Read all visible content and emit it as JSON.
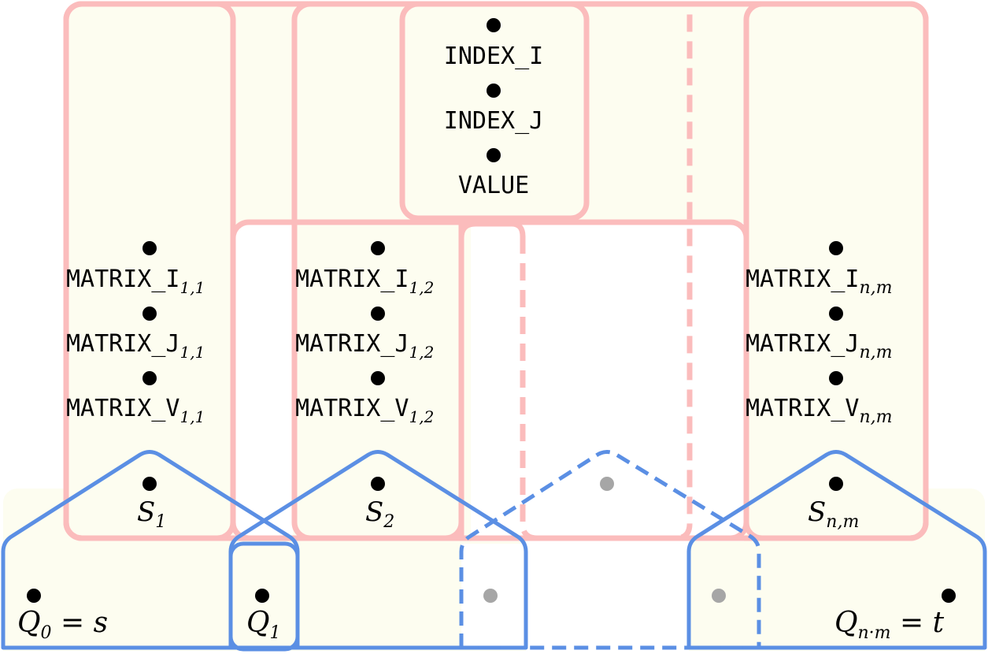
{
  "colors": {
    "fill": "#fdfdf0",
    "pink": "#fbbcbc",
    "blue": "#5b8fe4",
    "dot": "#000000",
    "gray_dot": "#a6a6a6"
  },
  "center_box": {
    "index_i": "INDEX_I",
    "index_j": "INDEX_J",
    "value": "VALUE"
  },
  "columns": [
    {
      "name": "s11",
      "matrix_i": "MATRIX_I",
      "sub_i": "1,1",
      "matrix_j": "MATRIX_J",
      "sub_j": "1,1",
      "matrix_v": "MATRIX_V",
      "sub_v": "1,1",
      "s_label": "S",
      "s_sub": "1"
    },
    {
      "name": "s12",
      "matrix_i": "MATRIX_I",
      "sub_i": "1,2",
      "matrix_j": "MATRIX_J",
      "sub_j": "1,2",
      "matrix_v": "MATRIX_V",
      "sub_v": "1,2",
      "s_label": "S",
      "s_sub": "2"
    },
    {
      "name": "snm",
      "matrix_i": "MATRIX_I",
      "sub_i": "n,m",
      "matrix_j": "MATRIX_J",
      "sub_j": "n,m",
      "matrix_v": "MATRIX_V",
      "sub_v": "n,m",
      "s_label": "S",
      "s_sub": "n,m"
    }
  ],
  "q_nodes": {
    "q0": {
      "label": "Q",
      "sub": "0",
      "suffix": " = s"
    },
    "q1": {
      "label": "Q",
      "sub": "1"
    },
    "qnm": {
      "label": "Q",
      "sub": "n·m",
      "suffix": " = t"
    }
  }
}
